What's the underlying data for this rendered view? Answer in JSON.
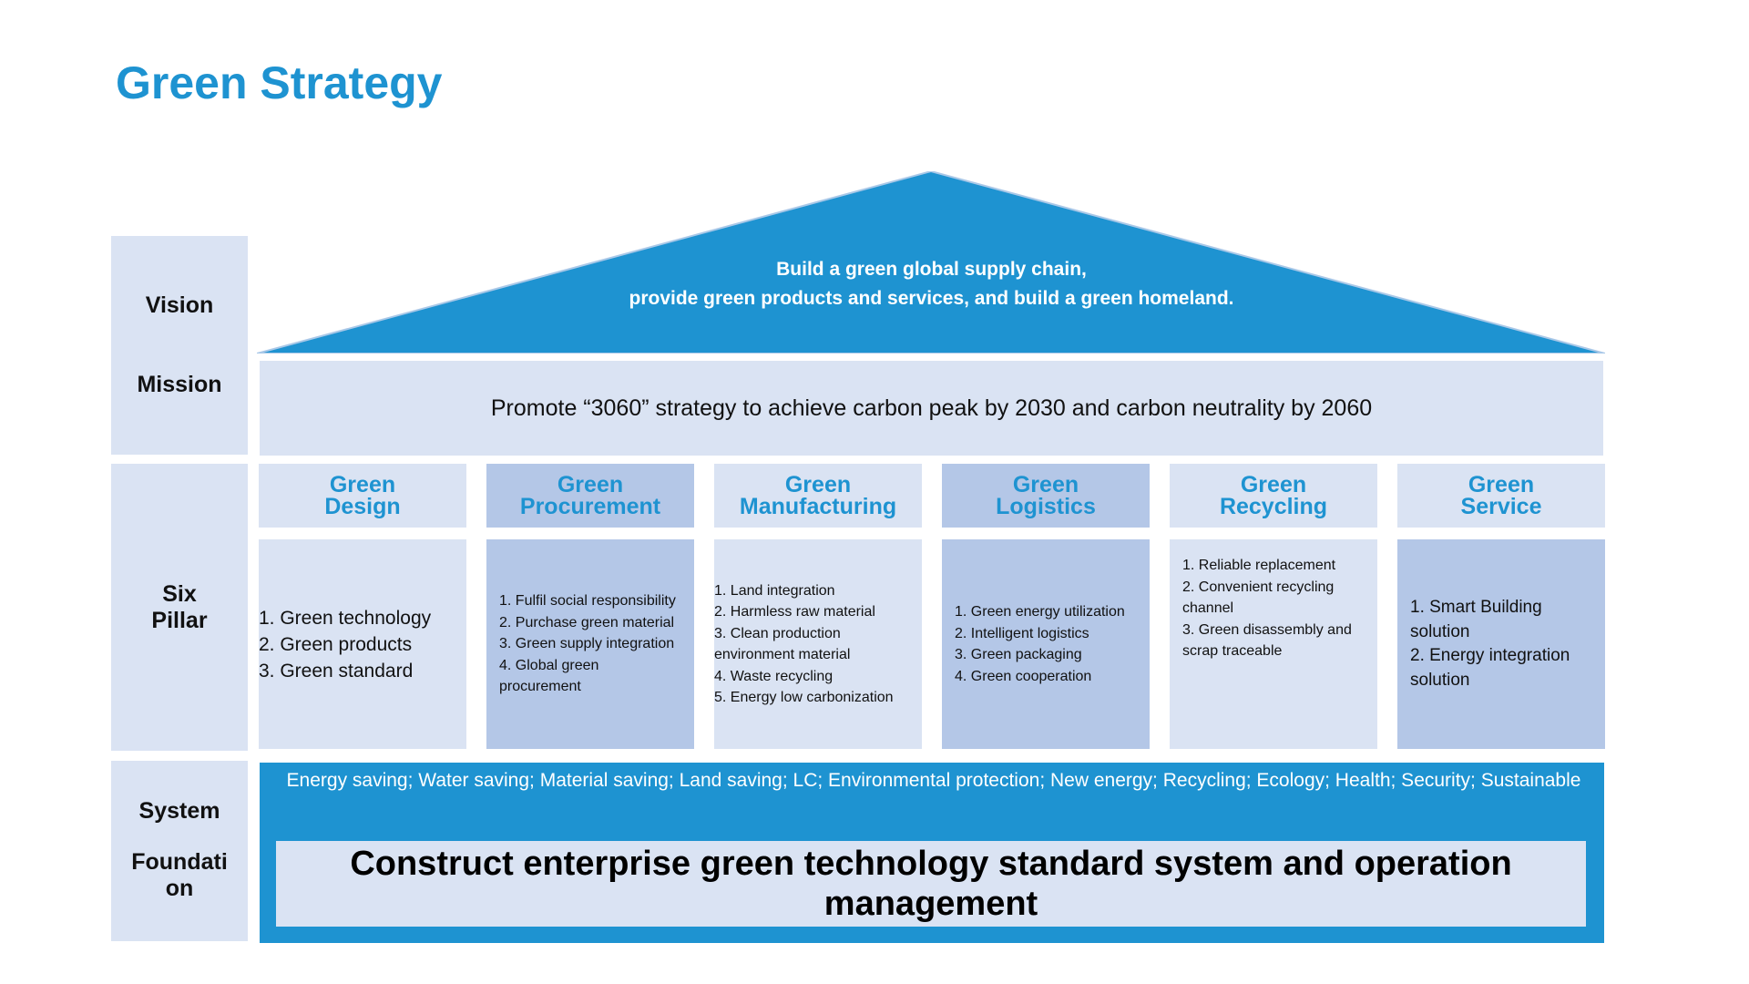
{
  "title": "Green Strategy",
  "labels": {
    "vision": "Vision",
    "mission": "Mission",
    "pillar_line1": "Six",
    "pillar_line2": "Pillar",
    "system": "System",
    "foundation": "Foundati on"
  },
  "vision": {
    "line1": "Build a green global supply chain,",
    "line2": "provide green products and services, and build a green homeland."
  },
  "mission": "Promote “3060” strategy to achieve carbon peak by 2030 and carbon neutrality by 2060",
  "pillars": [
    {
      "title1": "Green",
      "title2": "Design",
      "items": [
        "1. Green technology",
        "2. Green products",
        "3. Green standard"
      ]
    },
    {
      "title1": "Green",
      "title2": "Procurement",
      "items": [
        "1. Fulfil social responsibility",
        "2. Purchase green material",
        "3. Green supply integration",
        "4. Global green procurement"
      ]
    },
    {
      "title1": "Green",
      "title2": "Manufacturing",
      "items": [
        "1. Land integration",
        "2. Harmless raw material",
        "3. Clean production environment material",
        "4. Waste recycling",
        "5. Energy low carbonization"
      ]
    },
    {
      "title1": "Green",
      "title2": "Logistics",
      "items": [
        "1. Green energy utilization",
        "2. Intelligent logistics",
        "3. Green packaging",
        "4. Green cooperation"
      ]
    },
    {
      "title1": "Green",
      "title2": "Recycling",
      "items": [
        "1. Reliable replacement",
        "2. Convenient recycling channel",
        "3. Green disassembly and scrap traceable"
      ]
    },
    {
      "title1": "Green",
      "title2": "Service",
      "items": [
        "1. Smart Building solution",
        "2. Energy integration solution"
      ]
    }
  ],
  "system_text": "Energy saving; Water saving; Material saving; Land saving; LC; Environmental protection; New energy; Recycling; Ecology; Health; Security; Sustainable",
  "foundation_text": "Construct enterprise green technology standard system and operation management",
  "colors": {
    "accent_blue": "#1e93d1",
    "light_panel": "#dae3f3",
    "dark_panel": "#b4c7e7"
  }
}
